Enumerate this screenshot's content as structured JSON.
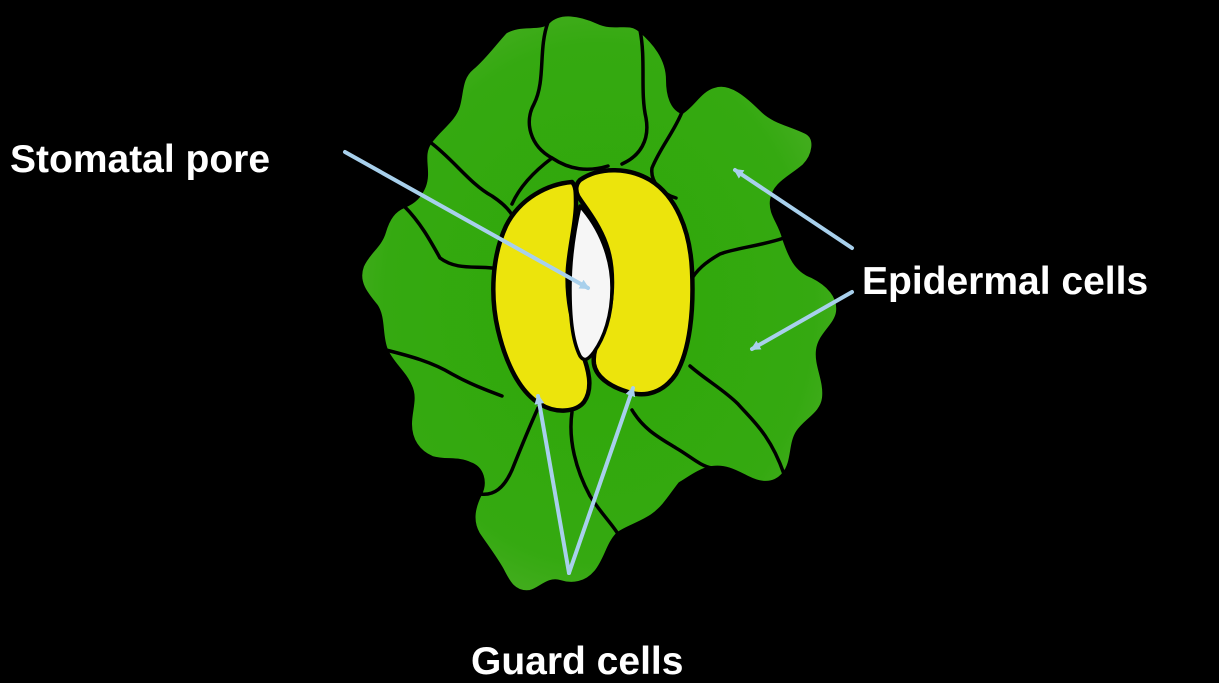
{
  "labels": {
    "stomatal_pore": "Stomatal pore",
    "epidermal_cells": "Epidermal cells",
    "guard_cells": "Guard cells"
  },
  "colors": {
    "background": "#000000",
    "epidermal_fill": "#33a80d",
    "guard_cell_fill": "#ece40c",
    "pore_fill": "#f6f6f6",
    "outline": "#000000",
    "arrow": "#a8d0ec",
    "label_text": "#ffffff"
  }
}
